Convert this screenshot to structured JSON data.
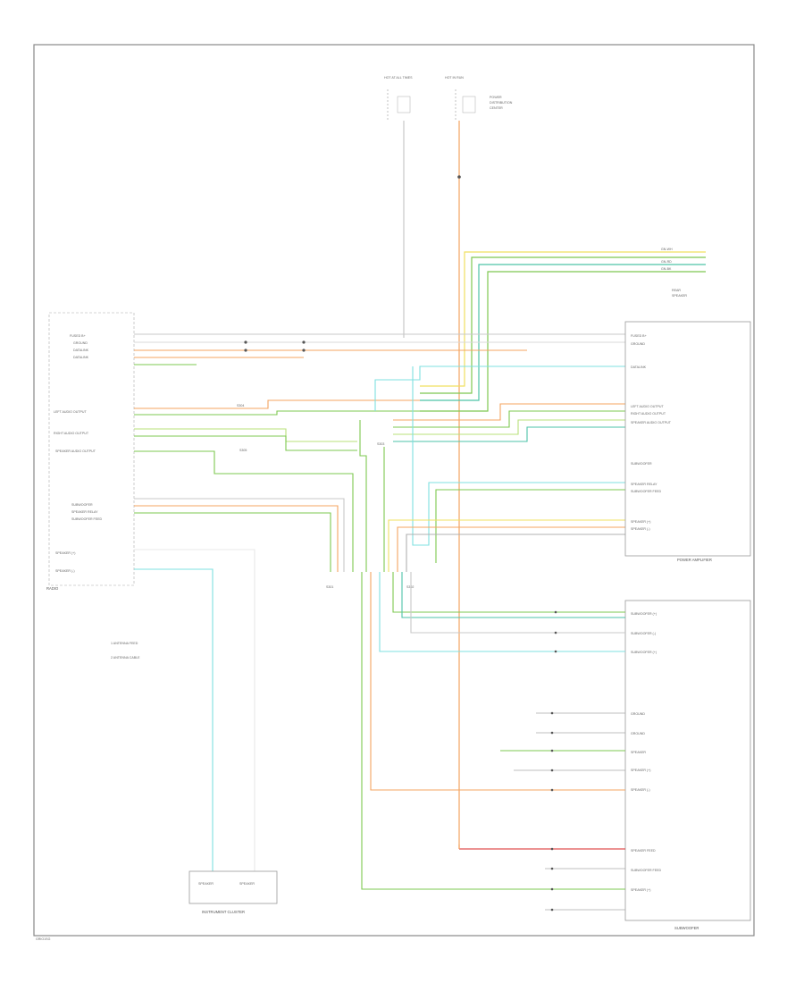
{
  "colors": {
    "wire_orange": "#f4a460",
    "wire_green": "#7ec850",
    "wire_lightgreen": "#b8e07a",
    "wire_cyan": "#7fe0e0",
    "wire_teal": "#4dc3a8",
    "wire_yellow": "#f0e060",
    "wire_gray": "#b0b0b0",
    "wire_red": "#e05050",
    "frame": "#888888",
    "text": "#555555"
  },
  "footer": {
    "code": "GRIO1SG"
  },
  "blocks": {
    "radio": {
      "name": "RADIO",
      "pins": [
        "FUSED B+",
        "GROUND",
        "DATALINK",
        "DATALINK",
        "LEFT AUDIO OUTPUT",
        "RIGHT AUDIO OUTPUT",
        "SPEAKER AUDIO OUTPUT",
        "SUBWOOFER",
        "SPEAKER RELAY",
        "SUBWOOFER FEED",
        "SPEAKER (+)",
        "SPEAKER (-)"
      ]
    },
    "amplifier": {
      "name": "POWER AMPLIFIER",
      "pins": [
        "FUSED B+",
        "GROUND",
        "DATALINK",
        "LEFT AUDIO OUTPUT",
        "RIGHT AUDIO OUTPUT",
        "SPEAKER AUDIO OUTPUT",
        "SUBWOOFER",
        "SPEAKER RELAY",
        "SUBWOOFER FEED",
        "SPEAKER (+)",
        "SPEAKER (-)"
      ]
    },
    "subwoofer": {
      "name": "SUBWOOFER",
      "pins": [
        "SUBWOOFER (+)",
        "SUBWOOFER (-)",
        "SUBWOOFER (+)",
        "GROUND",
        "GROUND",
        "SPEAKER",
        "SPEAKER (+)",
        "SPEAKER (-)",
        "SPEAKER FEED",
        "SUBWOOFER FEED",
        "SPEAKER (+)"
      ]
    },
    "cluster": {
      "name": "INSTRUMENT CLUSTER",
      "pins": [
        "SPEAKER",
        "SPEAKER"
      ]
    }
  },
  "legend": {
    "items": [
      "1  ANTENNA FEED",
      "2  ANTENNA CABLE"
    ]
  },
  "fuse": {
    "labels": [
      "HOT AT ALL TIMES",
      "HOT IN RUN"
    ]
  },
  "splices": [
    "S301",
    "S302",
    "S303",
    "S304",
    "S305"
  ]
}
